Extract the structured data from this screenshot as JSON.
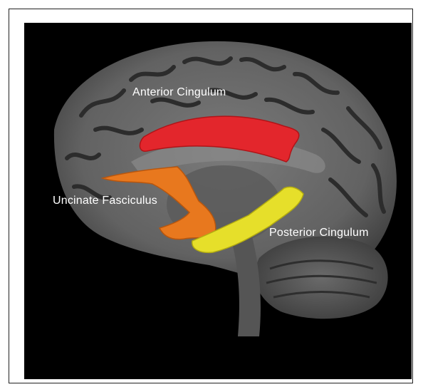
{
  "figure": {
    "labels": {
      "anterior_cingulum": "Anterior Cingulum",
      "uncinate_fasciculus": "Uncinate Fasciculus",
      "posterior_cingulum": "Posterior Cingulum"
    },
    "colors": {
      "background": "#000000",
      "brain_gray": "#6f6f6f",
      "anterior_cingulum": "#e3262c",
      "uncinate_fasciculus": "#e8781e",
      "posterior_cingulum": "#e6df2a",
      "label_text": "#ffffff"
    }
  }
}
